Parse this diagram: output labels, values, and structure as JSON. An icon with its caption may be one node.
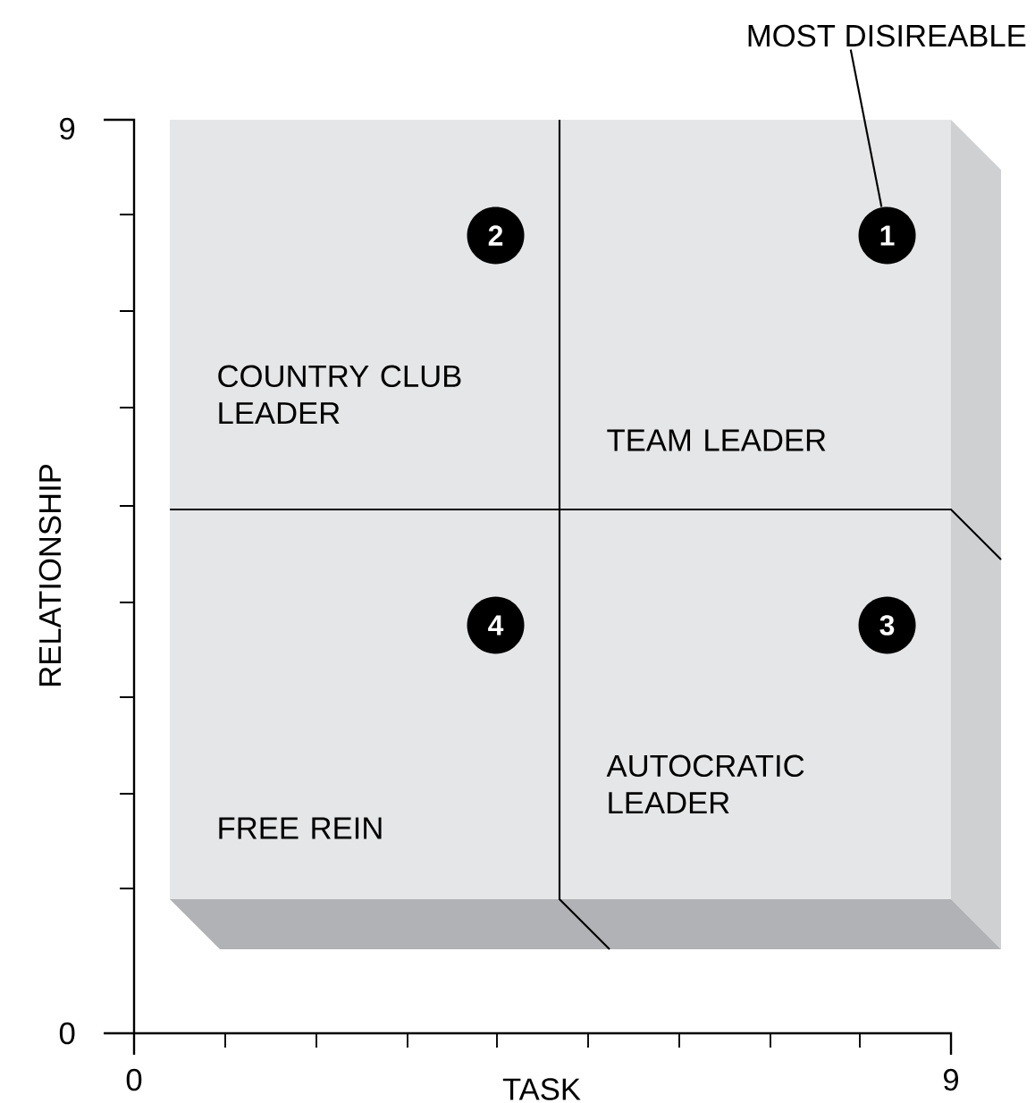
{
  "diagram": {
    "nodes": [
      {
        "text": [
          "MOST DISIREABLE"
        ]
      },
      {
        "text": [
          "COUNTRY CLUB LEADER"
        ]
      },
      {
        "text": [
          "2"
        ],
        "in": 1
      },
      {
        "text": [
          "TEAM LEADER"
        ]
      },
      {
        "text": [
          "1"
        ],
        "in": 3
      },
      {
        "text": [
          "FREE REIN"
        ]
      },
      {
        "text": [
          "4"
        ],
        "in": 5
      },
      {
        "text": [
          "AUTOCRATIC LEADER"
        ]
      },
      {
        "text": [
          "3"
        ],
        "in": 7
      }
    ],
    "edges": [
      {
        "from": 0,
        "to": 4,
        "arrow": "none"
      }
    ],
    "labels": [
      "9",
      "RELATIONSHIP",
      "0",
      "0",
      "9",
      "TASK"
    ]
  }
}
